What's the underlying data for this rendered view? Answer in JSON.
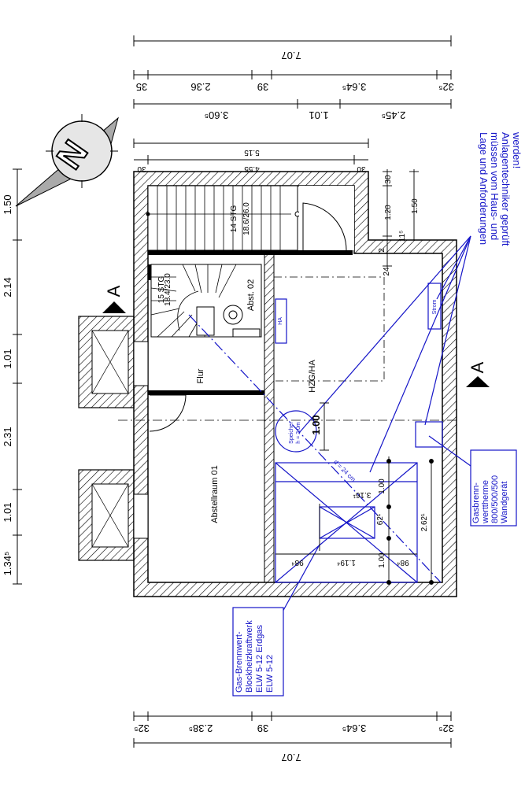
{
  "dims_top_outer": "7.07",
  "dims_top_parts": [
    "32⁵",
    "3.64⁵",
    "39",
    "2.36",
    "35"
  ],
  "dims_top_inner": [
    "2.45⁵",
    "1.01",
    "3.60⁵"
  ],
  "dims_stair_outer": "5.15",
  "dims_stair_inner": "4.55",
  "dims_stair_side": "30",
  "dims_left": [
    "1.50",
    "2.14",
    "1.01",
    "2.31",
    "1.01",
    "1.34⁵"
  ],
  "dims_bottom_parts": [
    "32⁵",
    "3.64⁵",
    "39",
    "2.38⁵",
    "32⁵"
  ],
  "dims_bottom_outer": "7.07",
  "dims_right_small": [
    "30",
    "1.20",
    "2",
    "11⁵",
    "24",
    "1.50"
  ],
  "section_mark": "A",
  "compass_letter": "N",
  "rooms": {
    "flur": "Flur",
    "abstellraum": "Abstellraum 01",
    "hzg": "HZG/HA",
    "abst02": "Abst. 02"
  },
  "stairs": {
    "stair_14": "14 STG",
    "stair_14_ratio": "18.6/26.0",
    "stair_15": "15 STG",
    "stair_15_ratio": "18.4/23.0"
  },
  "equipment": {
    "ha": "HA",
    "strom": "Strom",
    "speicher": "Speicher",
    "speicher_h": "h = 2.0m",
    "dim_100_a": "1.00",
    "dim_100_b": "1.00",
    "dim_100_c": "1.00",
    "dim_316": "3.16¹",
    "dim_262": "2.62¹",
    "dim_119": "1.19⁴",
    "dim_98_a": "98⁴",
    "dim_98_b": "98⁴",
    "dim_62": "62¹",
    "dim_diag": "d = 24 cm"
  },
  "notes": {
    "requirements": [
      "Lage und Anforderungen",
      "müssen vom Haus- und",
      "Anlagentechniker geprüft",
      "werden!"
    ],
    "gas_heater": [
      "Gasbrenn-",
      "werttherme",
      "800/500/500",
      "Wandgerät"
    ],
    "chp_unit": [
      "Gas-Brennwert-",
      "Blockheizkraftwerk",
      "ELW 5-12 Erdgas",
      "ELW 5-12"
    ]
  },
  "colors": {
    "annotation": "#1515c8",
    "lines": "#000000"
  }
}
